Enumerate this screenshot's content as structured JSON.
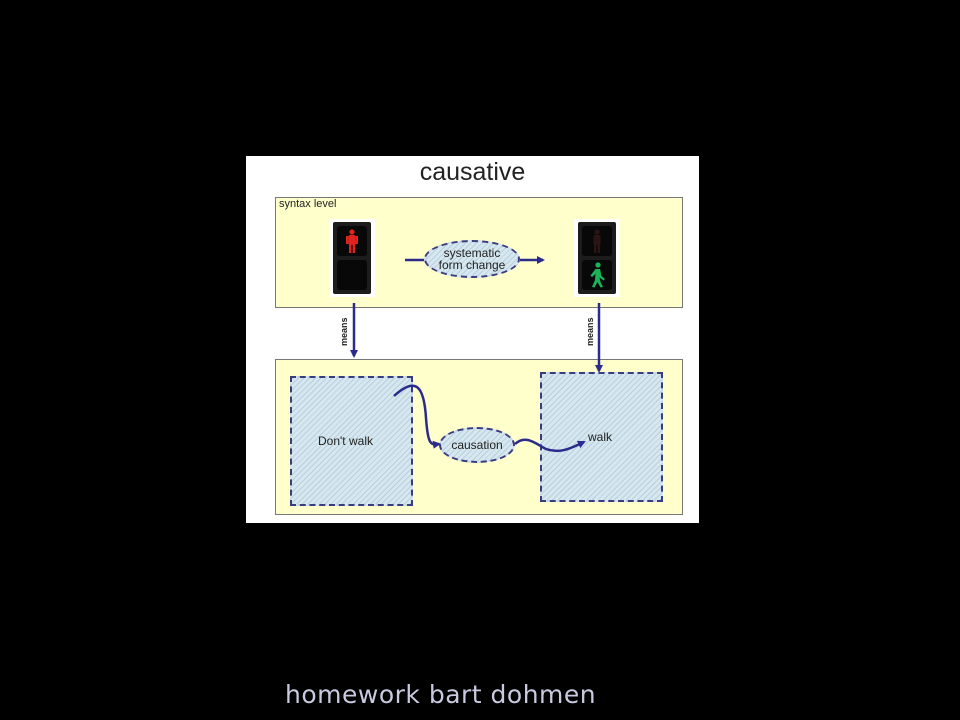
{
  "diagram": {
    "title": "causative",
    "syntax_panel": {
      "label": "syntax level",
      "transition_label": "systematic\nform change"
    },
    "means_label_left": "means",
    "means_label_right": "means",
    "semantic_panel": {
      "concept_left": "Don't walk",
      "concept_right": "walk",
      "relation_label": "causation"
    },
    "colors": {
      "panel_fill": "#ffffcc",
      "arrow": "#2b2b8c",
      "red_signal": "#e0231e",
      "green_signal": "#19b35a",
      "concept_fill": "#d7e7ef"
    }
  },
  "footer": {
    "text": "homework bart dohmen"
  }
}
